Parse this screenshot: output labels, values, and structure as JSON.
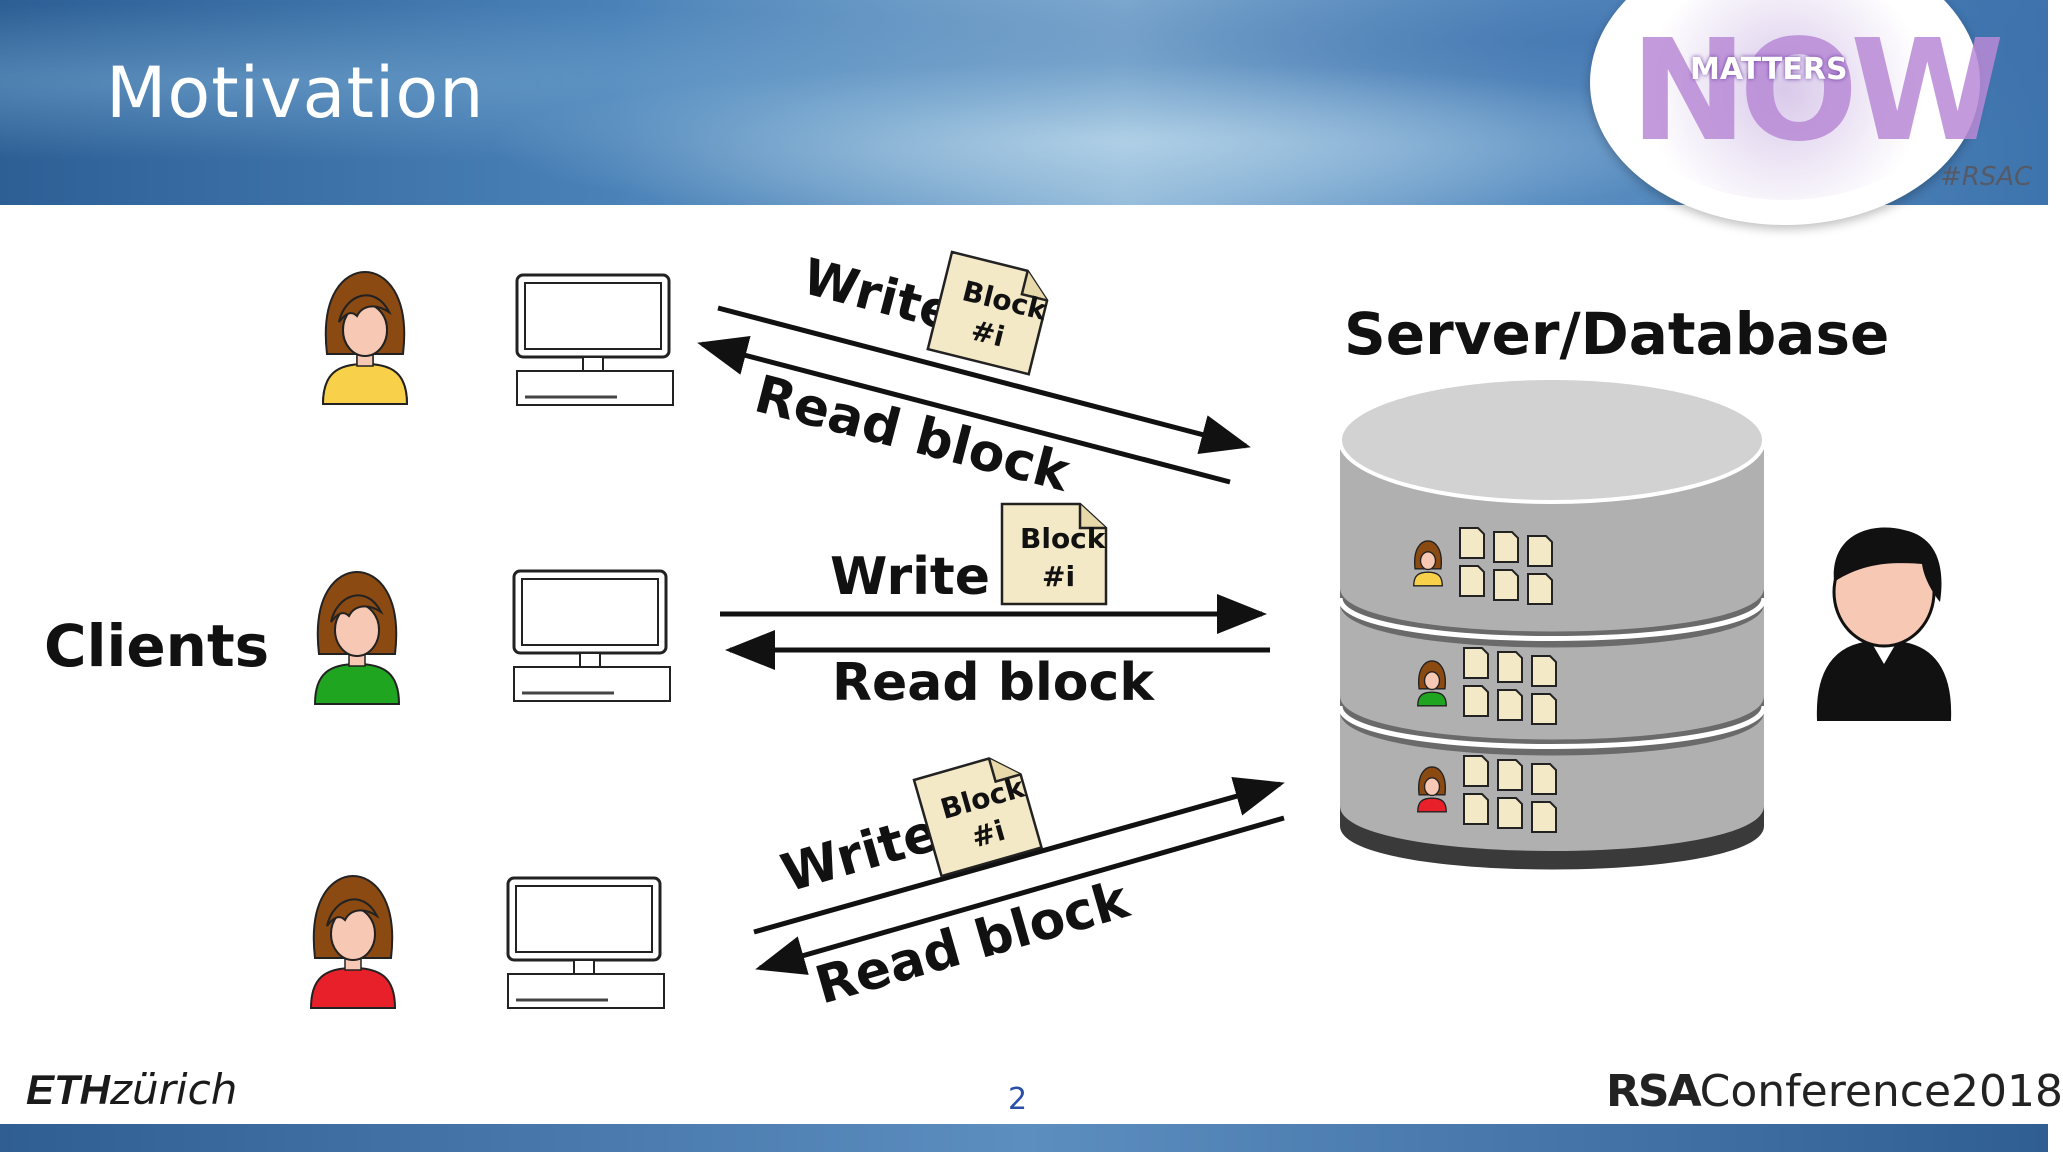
{
  "slide": {
    "title": "Motivation",
    "hashtag": "#RSAC",
    "page_number": "2",
    "badge": {
      "word": "NOW",
      "overlay": "MATTERS"
    },
    "footer_left": {
      "bold": "ETH",
      "rest": "zürich"
    },
    "footer_right": {
      "bold": "RSA",
      "rest": "Conference2018"
    }
  },
  "diagram": {
    "clients_label": "Clients",
    "server_label": "Server/Database",
    "write_label": "Write",
    "read_label": "Read block",
    "block_line1": "Block",
    "block_line2": "#i",
    "client_shirt_colors": [
      "#f8d04a",
      "#1fa51f",
      "#e8202a"
    ],
    "colors": {
      "header_blue": "#3e74ad",
      "page_number": "#2a4fa8"
    }
  }
}
